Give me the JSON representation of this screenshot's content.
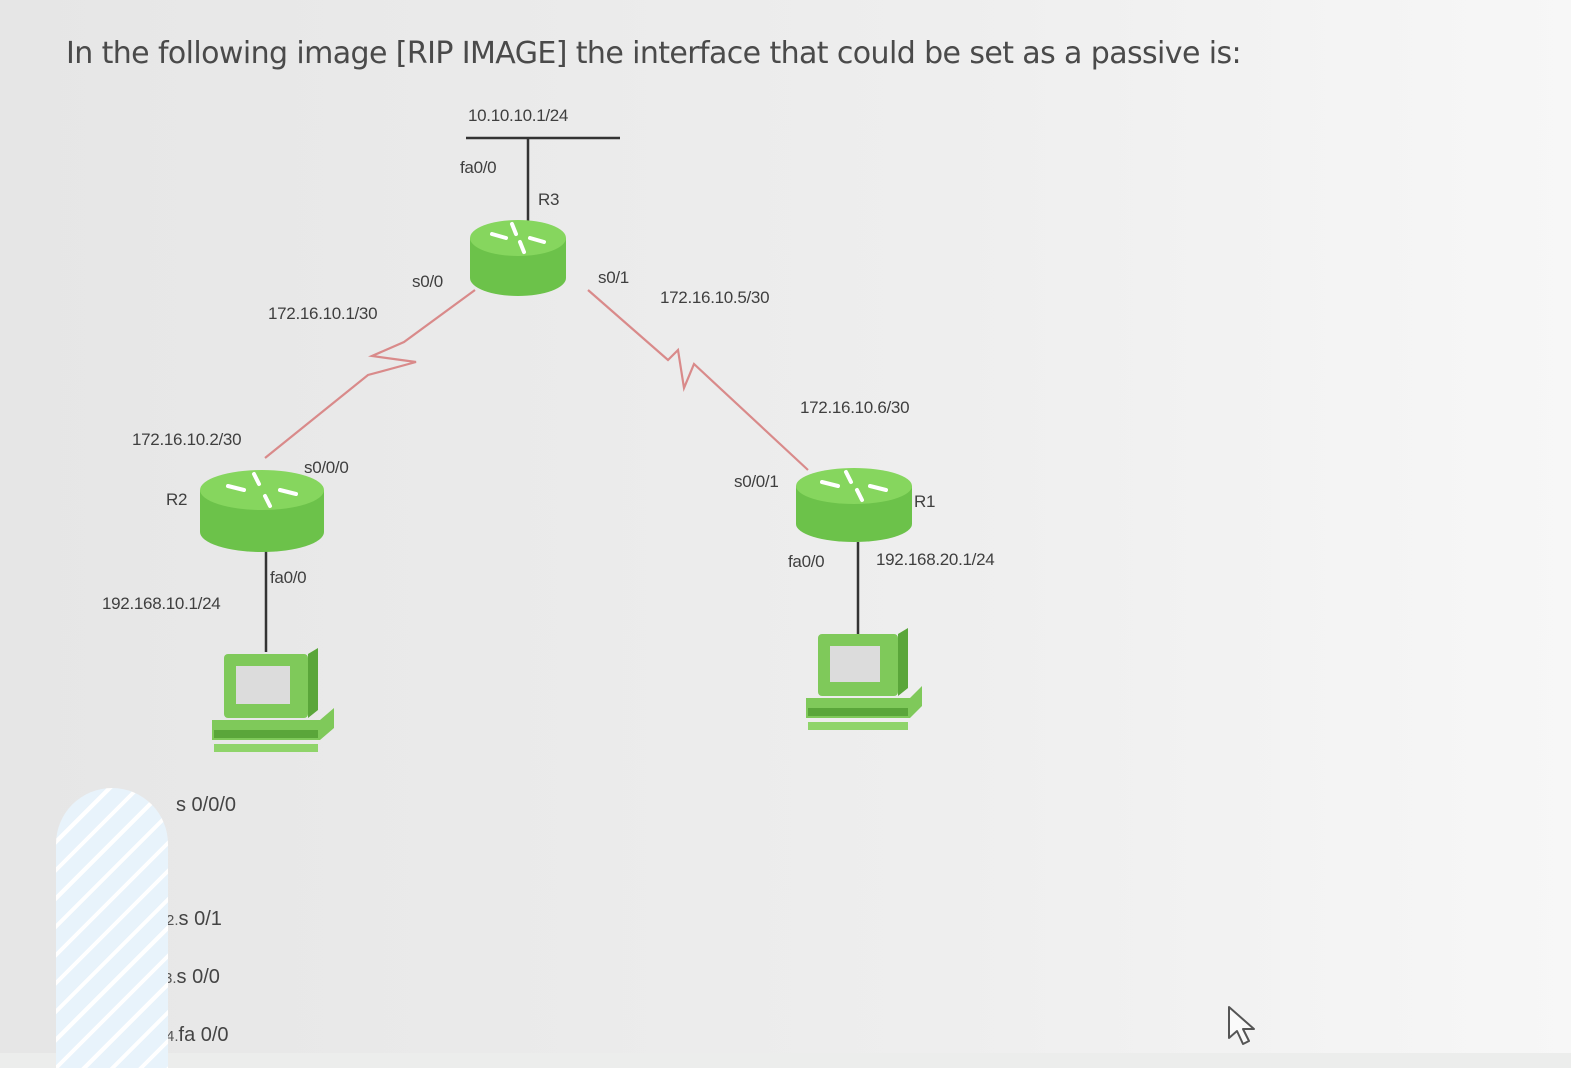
{
  "question": {
    "text": "In the following image [RIP IMAGE] the interface that could be set as a passive is:"
  },
  "diagram": {
    "colors": {
      "router_body": "#6cc24a",
      "router_top": "#86d65e",
      "serial_link": "#d98a8a",
      "ethernet_link": "#333333",
      "pc": "#7fc95a"
    },
    "routers": [
      {
        "id": "r3",
        "name": "R3",
        "icon": "router-icon"
      },
      {
        "id": "r2",
        "name": "R2",
        "icon": "router-icon"
      },
      {
        "id": "r1",
        "name": "R1",
        "icon": "router-icon"
      }
    ],
    "labels": {
      "r3_lan_net": "10.10.10.1/24",
      "r3_fa0_0": "fa0/0",
      "r3_name": "R3",
      "r3_s0_0": "s0/0",
      "r3_s0_1": "s0/1",
      "r3_s0_0_ip": "172.16.10.1/30",
      "r3_s0_1_ip": "172.16.10.5/30",
      "r2_s0_0_0_ip": "172.16.10.2/30",
      "r2_s0_0_0": "s0/0/0",
      "r2_name": "R2",
      "r2_fa0_0": "fa0/0",
      "r2_lan_net": "192.168.10.1/24",
      "r1_s0_0_1_ip": "172.16.10.6/30",
      "r1_s0_0_1": "s0/0/1",
      "r1_name": "R1",
      "r1_fa0_0": "fa0/0",
      "r1_lan_net": "192.168.20.1/24"
    },
    "pcs": [
      {
        "id": "pc-left",
        "icon": "pc-icon"
      },
      {
        "id": "pc-right",
        "icon": "pc-icon"
      }
    ]
  },
  "options": [
    {
      "num": "",
      "label": "s 0/0/0"
    },
    {
      "num": "2.",
      "label": "s 0/1"
    },
    {
      "num": "3.",
      "label": "s 0/0"
    },
    {
      "num": "4.",
      "label": "fa 0/0"
    }
  ],
  "cursor": {
    "icon": "pointer-cursor-icon"
  }
}
